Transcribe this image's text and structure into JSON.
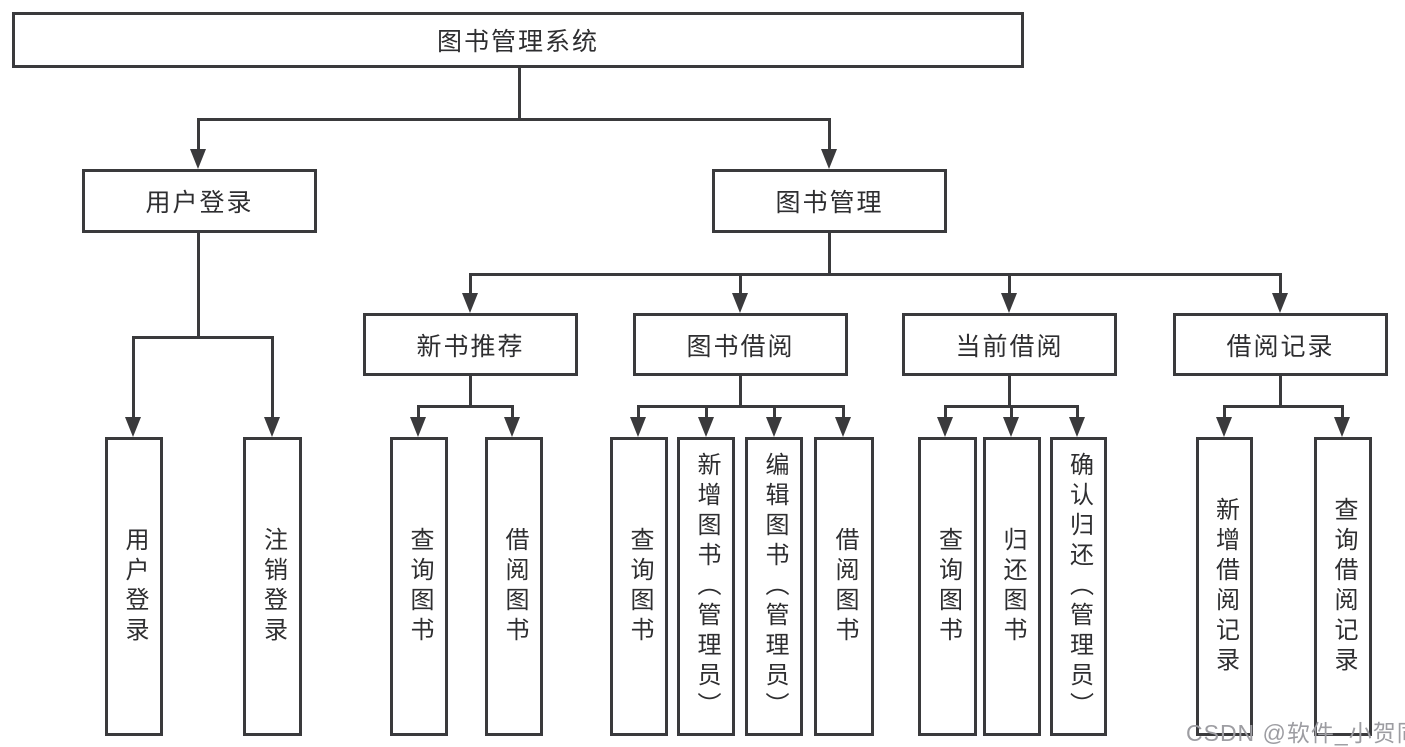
{
  "diagram": {
    "root": {
      "label": "图书管理系统"
    },
    "level2": [
      {
        "id": "user-login",
        "label": "用户登录"
      },
      {
        "id": "book-management",
        "label": "图书管理"
      }
    ],
    "level3": [
      {
        "id": "new-book-recommend",
        "label": "新书推荐"
      },
      {
        "id": "book-borrowing",
        "label": "图书借阅"
      },
      {
        "id": "current-borrowing",
        "label": "当前借阅"
      },
      {
        "id": "borrowing-records",
        "label": "借阅记录"
      }
    ],
    "leaves": [
      {
        "id": "user-login",
        "label": "用户登录"
      },
      {
        "id": "logout",
        "label": "注销登录"
      },
      {
        "id": "query-books-1",
        "label": "查询图书"
      },
      {
        "id": "borrow-books-1",
        "label": "借阅图书"
      },
      {
        "id": "query-books-2",
        "label": "查询图书"
      },
      {
        "id": "add-books-admin",
        "label": "新增图书（管理员）"
      },
      {
        "id": "edit-books-admin",
        "label": "编辑图书（管理员）"
      },
      {
        "id": "borrow-books-2",
        "label": "借阅图书"
      },
      {
        "id": "query-books-3",
        "label": "查询图书"
      },
      {
        "id": "return-books",
        "label": "归还图书"
      },
      {
        "id": "confirm-return-admin",
        "label": "确认归还（管理员）"
      },
      {
        "id": "add-borrow-record",
        "label": "新增借阅记录"
      },
      {
        "id": "query-borrow-record",
        "label": "查询借阅记录"
      }
    ],
    "watermark": "CSDN @软件_小贺同学"
  }
}
